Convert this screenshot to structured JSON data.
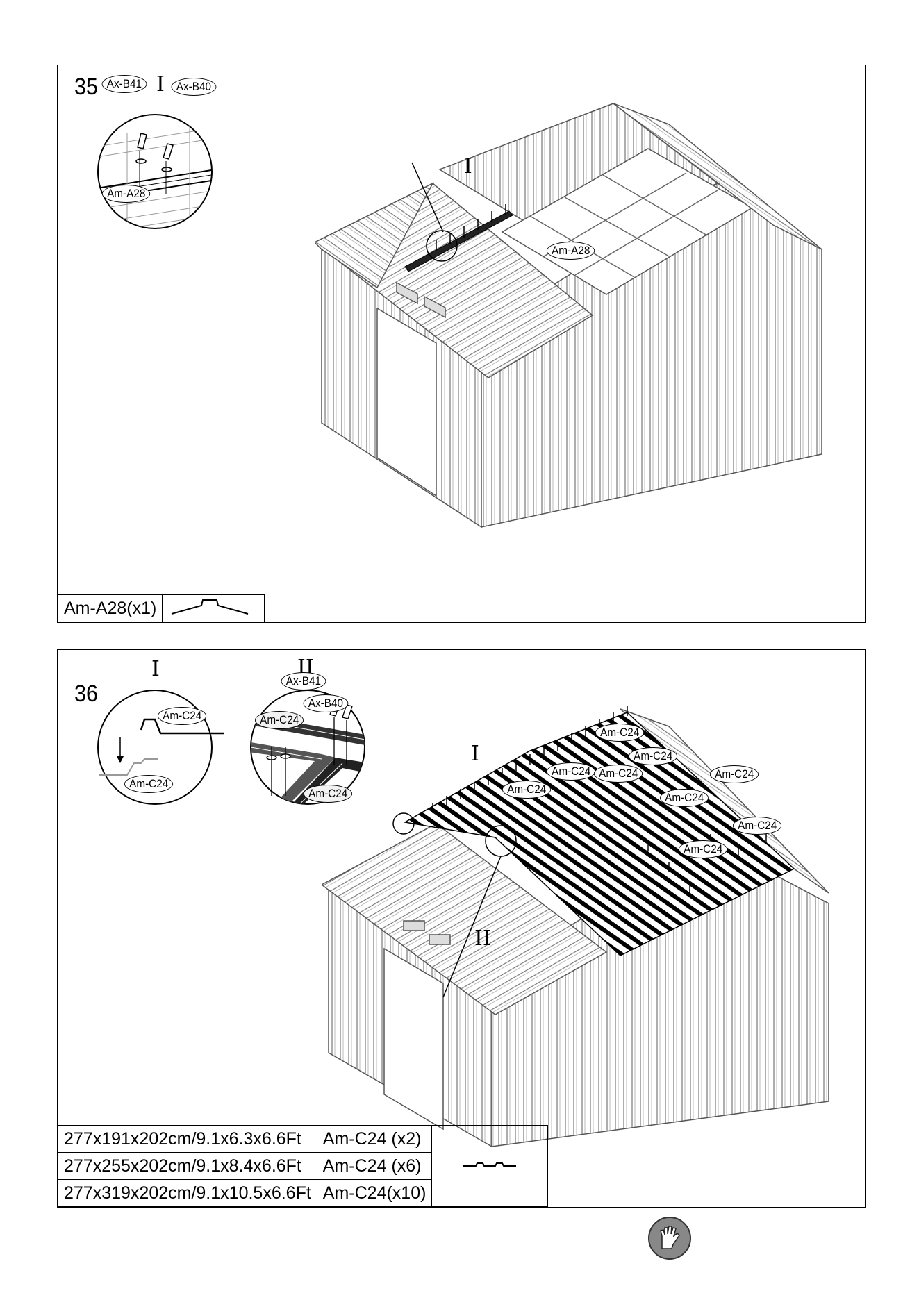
{
  "step35": {
    "number": "35",
    "roman_detail": "I",
    "roman_main": "I",
    "labels": {
      "b41": "Ax-B41",
      "b40": "Ax-B40",
      "a28_detail": "Am-A28",
      "a28_main": "Am-A28"
    },
    "parts": {
      "name": "Am-A28(x1)"
    }
  },
  "step36": {
    "number": "36",
    "roman_one": "I",
    "roman_two": "II",
    "roman_main_one": "I",
    "roman_main_two": "II",
    "labels": {
      "b41": "Ax-B41",
      "b40": "Ax-B40",
      "c24_d1_top": "Am-C24",
      "c24_d1_bottom": "Am-C24",
      "c24_d2_top": "Am-C24",
      "c24_d2_bottom": "Am-C24",
      "main": [
        "Am-C24",
        "Am-C24",
        "Am-C24",
        "Am-C24",
        "Am-C24",
        "Am-C24",
        "Am-C24",
        "Am-C24",
        "Am-C24"
      ]
    },
    "parts": [
      {
        "size": "277x191x202cm/9.1x6.3x6.6Ft",
        "qty": "Am-C24 (x2)"
      },
      {
        "size": "277x255x202cm/9.1x8.4x6.6Ft",
        "qty": "Am-C24 (x6)"
      },
      {
        "size": "277x319x202cm/9.1x10.5x6.6Ft",
        "qty": "Am-C24(x10)"
      }
    ]
  },
  "icons": {
    "gloves": "gloves-icon"
  }
}
